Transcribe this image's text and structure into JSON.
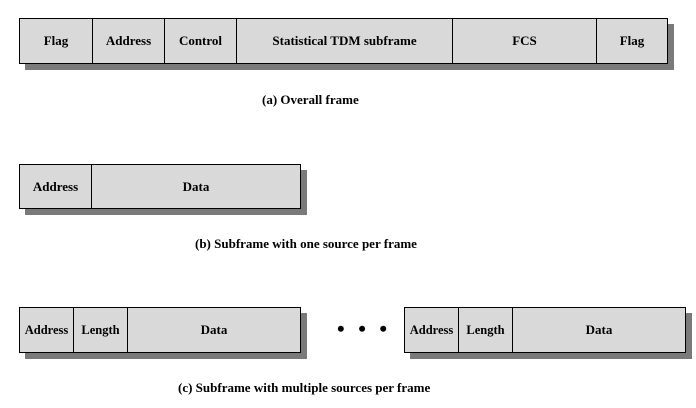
{
  "frame_a": {
    "fields": [
      "Flag",
      "Address",
      "Control",
      "Statistical TDM subframe",
      "FCS",
      "Flag"
    ],
    "caption": "(a) Overall frame"
  },
  "frame_b": {
    "fields": [
      "Address",
      "Data"
    ],
    "caption": "(b) Subframe with one source per frame"
  },
  "frame_c": {
    "first_fields": [
      "Address",
      "Length",
      "Data"
    ],
    "ellipsis": "• • •",
    "last_fields": [
      "Address",
      "Length",
      "Data"
    ],
    "caption": "(c) Subframe with multiple sources per frame"
  },
  "colors": {
    "box_fill": "#d9d9d9",
    "shadow": "#7a7a7a",
    "border": "#000000"
  }
}
